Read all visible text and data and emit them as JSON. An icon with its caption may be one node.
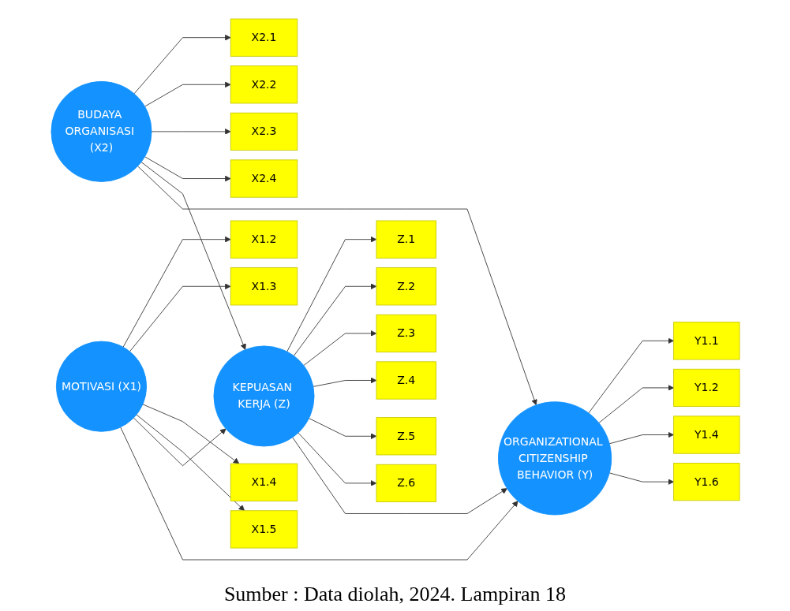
{
  "diagram": {
    "caption": "Sumber : Data diolah, 2024. Lampiran 18",
    "nodes": [
      {
        "text": [
          "MOTIVASI (X1)"
        ]
      },
      {
        "text": [
          "X1.2"
        ]
      },
      {
        "text": [
          "X1.3"
        ]
      },
      {
        "text": [
          "X1.4"
        ]
      },
      {
        "text": [
          "X1.5"
        ]
      },
      {
        "text": [
          "KEPUASAN KERJA (Z)"
        ]
      },
      {
        "text": [
          "Z.1"
        ]
      },
      {
        "text": [
          "Z.2"
        ]
      },
      {
        "text": [
          "Z.3"
        ]
      },
      {
        "text": [
          "Z.4"
        ]
      },
      {
        "text": [
          "Z.5"
        ]
      },
      {
        "text": [
          "Z.6"
        ]
      },
      {
        "text": [
          "ORGANIZATIONAL CITIZENSHIP BEHAVIOR (Y)"
        ]
      },
      {
        "text": [
          "Y1.1"
        ]
      },
      {
        "text": [
          "Y1.2"
        ]
      },
      {
        "text": [
          "Y1.4"
        ]
      },
      {
        "text": [
          "Y1.6"
        ]
      },
      {
        "text": [
          "BUDAYA ORGANISASI (X2)"
        ]
      },
      {
        "text": [
          "X2.1"
        ]
      },
      {
        "text": [
          "X2.2"
        ]
      },
      {
        "text": [
          "X2.3"
        ]
      },
      {
        "text": [
          "X2.4"
        ]
      }
    ],
    "edges": [
      {
        "from": 0,
        "to": 1,
        "arrow": "to"
      },
      {
        "from": 0,
        "to": 2,
        "arrow": "to"
      },
      {
        "from": 0,
        "to": 3,
        "arrow": "to"
      },
      {
        "from": 0,
        "to": 4,
        "arrow": "to"
      },
      {
        "from": 0,
        "to": 5,
        "arrow": "to"
      },
      {
        "from": 0,
        "to": 12,
        "arrow": "to"
      },
      {
        "from": 5,
        "to": 6,
        "arrow": "to"
      },
      {
        "from": 5,
        "to": 7,
        "arrow": "to"
      },
      {
        "from": 5,
        "to": 8,
        "arrow": "to"
      },
      {
        "from": 5,
        "to": 9,
        "arrow": "to"
      },
      {
        "from": 5,
        "to": 10,
        "arrow": "to"
      },
      {
        "from": 5,
        "to": 11,
        "arrow": "to"
      },
      {
        "from": 5,
        "to": 12,
        "arrow": "to"
      },
      {
        "from": 12,
        "to": 13,
        "arrow": "to"
      },
      {
        "from": 12,
        "to": 14,
        "arrow": "to"
      },
      {
        "from": 12,
        "to": 15,
        "arrow": "to"
      },
      {
        "from": 12,
        "to": 16,
        "arrow": "to"
      },
      {
        "from": 17,
        "to": 18,
        "arrow": "to"
      },
      {
        "from": 17,
        "to": 19,
        "arrow": "to"
      },
      {
        "from": 17,
        "to": 20,
        "arrow": "to"
      },
      {
        "from": 17,
        "to": 21,
        "arrow": "to"
      },
      {
        "from": 17,
        "to": 5,
        "arrow": "to"
      },
      {
        "from": 17,
        "to": 12,
        "arrow": "to"
      }
    ]
  }
}
